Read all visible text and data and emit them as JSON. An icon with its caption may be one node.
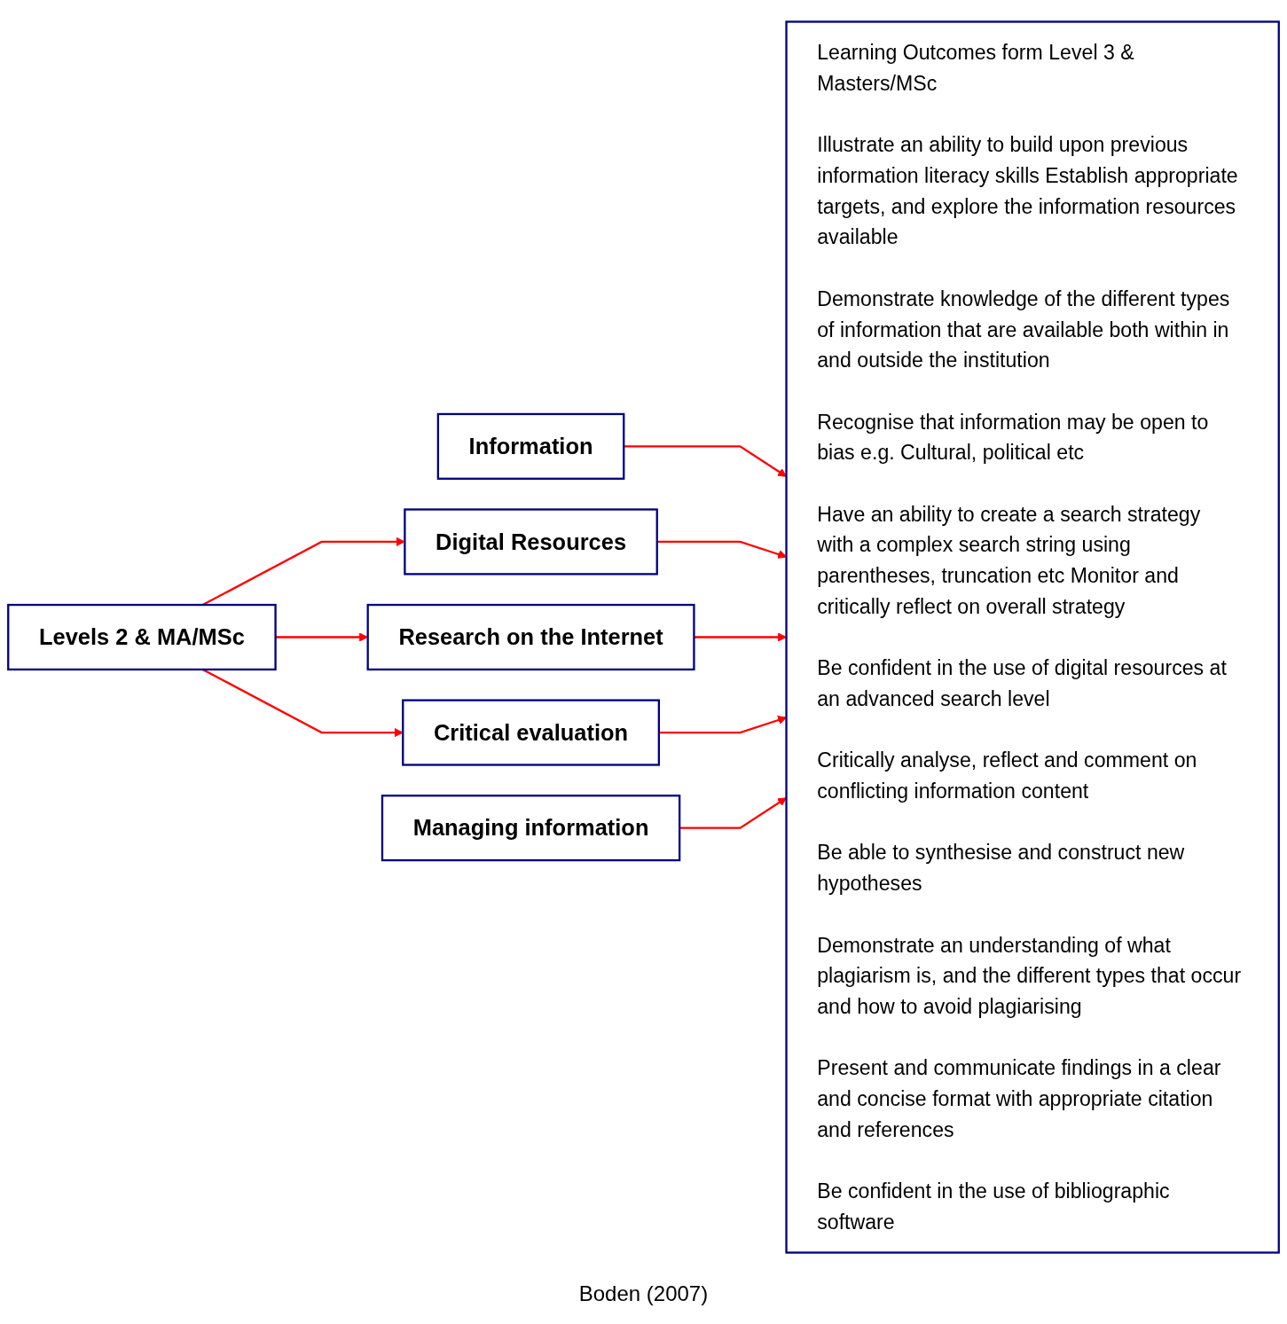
{
  "diagram": {
    "caption": "Boden (2007)",
    "nodes": [
      {
        "text": [
          "Levels 2 & MA/MSc"
        ]
      },
      {
        "text": [
          "Information"
        ]
      },
      {
        "text": [
          "Digital Resources"
        ]
      },
      {
        "text": [
          "Research on the Internet"
        ]
      },
      {
        "text": [
          "Critical evaluation"
        ]
      },
      {
        "text": [
          "Managing information"
        ]
      },
      {
        "text": [
          "Learning Outcomes form Level 3 & Masters/MSc",
          "Illustrate an ability to build upon previous information literacy skills Establish appropriate targets, and explore the information resources available",
          "Demonstrate knowledge of the different types of information that are available both within in and outside the institution",
          "Recognise that information may be open to bias e.g. Cultural, political etc",
          "Have an ability to create a search strategy with a complex search string using parentheses, truncation etc Monitor and critically reflect on overall strategy",
          "Be confident in the use of digital resources at an advanced search level",
          "Critically analyse, reflect and comment on conflicting information content",
          "Be able to synthesise and construct new hypotheses",
          "Demonstrate an understanding of what plagiarism is, and the different types that occur and how to avoid plagiarising",
          "Present and communicate findings in a clear and concise format with appropriate citation and references",
          "Be confident in the use of bibliographic software"
        ]
      }
    ],
    "edges": [
      {
        "from": 0,
        "to": 2,
        "arrow": "to",
        "color": "#ff0000"
      },
      {
        "from": 0,
        "to": 3,
        "arrow": "to",
        "color": "#ff0000"
      },
      {
        "from": 0,
        "to": 4,
        "arrow": "to",
        "color": "#ff0000"
      },
      {
        "from": 1,
        "to": 6,
        "arrow": "to",
        "color": "#ff0000"
      },
      {
        "from": 2,
        "to": 6,
        "arrow": "to",
        "color": "#ff0000"
      },
      {
        "from": 3,
        "to": 6,
        "arrow": "to",
        "color": "#ff0000"
      },
      {
        "from": 4,
        "to": 6,
        "arrow": "to",
        "color": "#ff0000"
      },
      {
        "from": 5,
        "to": 6,
        "arrow": "to",
        "color": "#ff0000"
      }
    ]
  }
}
